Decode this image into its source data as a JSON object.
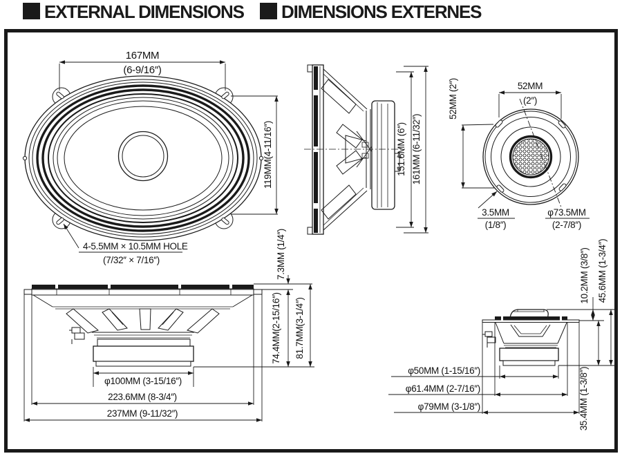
{
  "header": {
    "title_en": "EXTERNAL DIMENSIONS",
    "title_fr": "DIMENSIONS EXTERNES"
  },
  "colors": {
    "line": "#1a1a1a",
    "background": "#ffffff"
  },
  "views": {
    "oval_front": {
      "width_mm": "167MM",
      "width_in": "(6-9/16″)",
      "height": "119MM(4-11/16″)",
      "hole_note": "4-5.5MM × 10.5MM HOLE",
      "hole_note_in": "(7/32″ × 7/16″)"
    },
    "oval_side": {
      "depth_inner": "151.6MM (6″)",
      "depth_overall": "161MM (6-11/32″)"
    },
    "round_front": {
      "width_mm": "52MM",
      "width_in": "(2″)",
      "height": "52MM (2″)",
      "slot_mm": "3.5MM",
      "slot_in": "(1/8″)",
      "grille_dia": "φ73.5MM",
      "grille_dia_in": "(2-7/8″)"
    },
    "oval_profile": {
      "protrusion": "7.3MM (1/4″)",
      "depth": "74.4MM(2-15/16″)",
      "overall_height": "81.7MM(3-1/4″)",
      "magnet_dia": "φ100MM (3-15/16″)",
      "flange_width": "223.6MM (8-3/4″)",
      "overall_width": "237MM (9-11/32″)"
    },
    "round_profile": {
      "protrusion": "10.2MM (3/8″)",
      "overall_height": "45.6MM (1-3/4″)",
      "depth": "35.4MM (1-3/8″)",
      "magnet_dia": "φ50MM (1-15/16″)",
      "frame_dia": "φ61.4MM (2-7/16″)",
      "flange_dia": "φ79MM (3-1/8″)"
    }
  }
}
